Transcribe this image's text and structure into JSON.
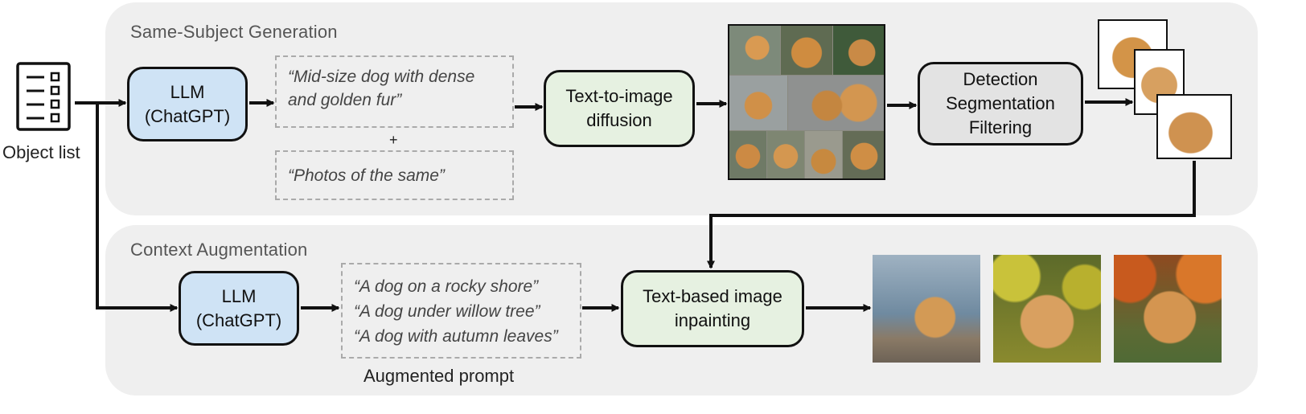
{
  "panels": {
    "top_title": "Same-Subject Generation",
    "bottom_title": "Context Augmentation"
  },
  "input": {
    "label": "Object list",
    "icon": "checklist-icon"
  },
  "top": {
    "llm": {
      "line1": "LLM",
      "line2": "(ChatGPT)"
    },
    "prompt_main": {
      "line1": "“Mid-size dog with dense",
      "line2": "and golden fur”"
    },
    "plus": "+",
    "prompt_suffix": "“Photos of the same”",
    "t2i": {
      "line1": "Text-to-image",
      "line2": "diffusion"
    },
    "filter": {
      "line1": "Detection",
      "line2": "Segmentation",
      "line3": "Filtering"
    }
  },
  "bottom": {
    "llm": {
      "line1": "LLM",
      "line2": "(ChatGPT)"
    },
    "prompts": [
      "“A dog on a rocky shore”",
      "“A dog under willow tree”",
      "“A dog with autumn leaves”"
    ],
    "prompt_caption": "Augmented prompt",
    "inpaint": {
      "line1": "Text-based image",
      "line2": "inpainting"
    }
  },
  "colors": {
    "panel": "#efefef",
    "llm_fill": "#cfe3f5",
    "model_fill": "#e6f1e1",
    "filter_fill": "#e3e3e3",
    "dog_fur": "#c98c45"
  }
}
